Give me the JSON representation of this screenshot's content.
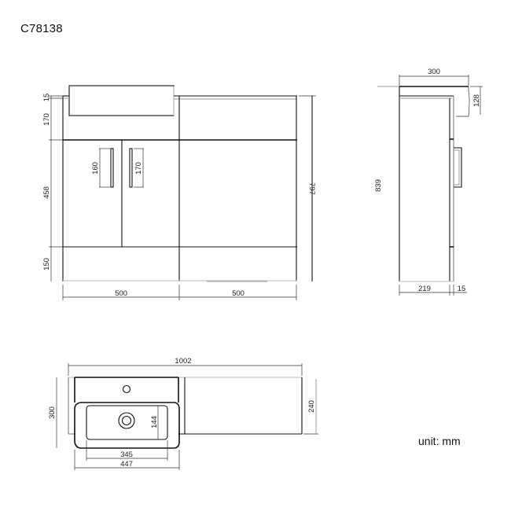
{
  "product_code": "C78138",
  "unit_label": "unit: mm",
  "front_view": {
    "vertical_dims": {
      "top_lip": "15",
      "worktop_band": "170",
      "door_height": "458",
      "plinth": "150",
      "overall_height": "797"
    },
    "handle_dims": {
      "left_handle": "160",
      "right_handle": "170"
    },
    "horizontal_dims": {
      "vanity_width": "500",
      "wc_unit_width": "500"
    }
  },
  "side_view": {
    "depth_top": "300",
    "basin_height": "128",
    "overall_height": "839",
    "carcass_depth": "219",
    "door_depth": "15"
  },
  "plan_view": {
    "overall_width": "1002",
    "basin_depth": "300",
    "worktop_depth": "240",
    "bowl_width": "345",
    "basin_width": "447",
    "bowl_depth": "144"
  }
}
